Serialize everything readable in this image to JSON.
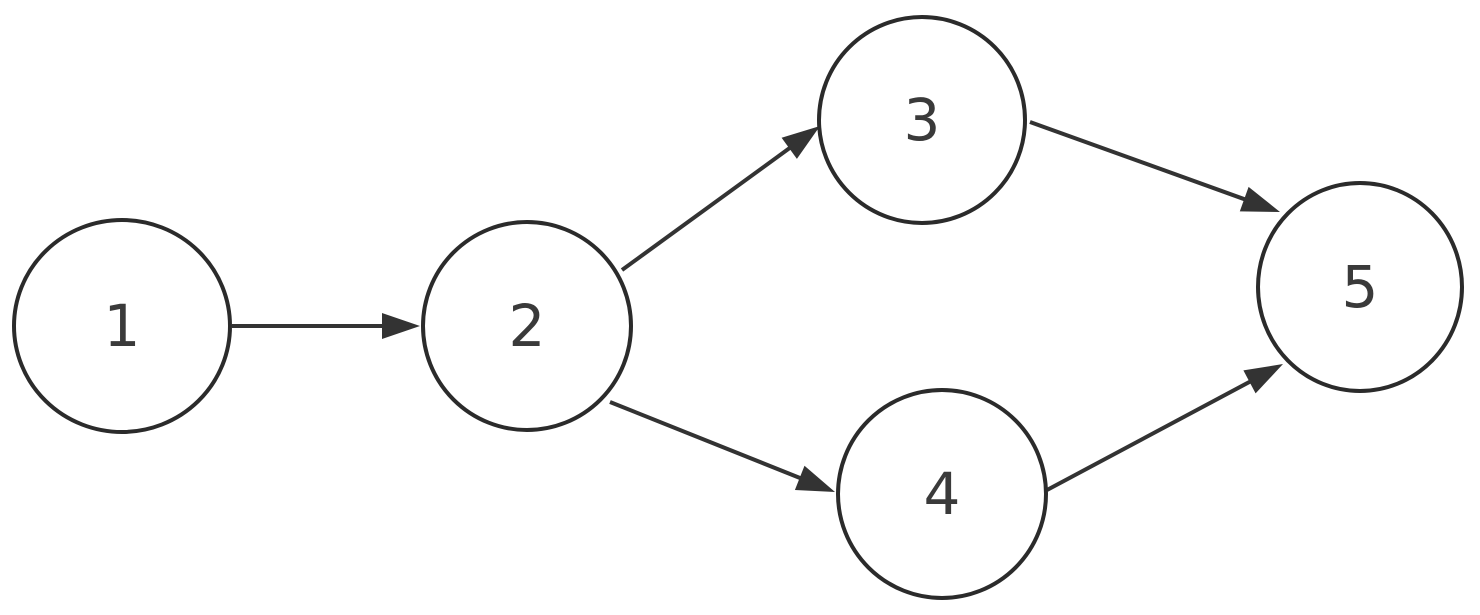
{
  "diagram": {
    "type": "directed-graph",
    "colors": {
      "stroke": "#2b2b2b",
      "edge": "#333333",
      "label": "#3a3a3a",
      "background": "#ffffff"
    },
    "nodes": [
      {
        "id": "1",
        "label": "1"
      },
      {
        "id": "2",
        "label": "2"
      },
      {
        "id": "3",
        "label": "3"
      },
      {
        "id": "4",
        "label": "4"
      },
      {
        "id": "5",
        "label": "5"
      }
    ],
    "edges": [
      {
        "from": "1",
        "to": "2"
      },
      {
        "from": "2",
        "to": "3"
      },
      {
        "from": "2",
        "to": "4"
      },
      {
        "from": "3",
        "to": "5"
      },
      {
        "from": "4",
        "to": "5"
      }
    ]
  }
}
